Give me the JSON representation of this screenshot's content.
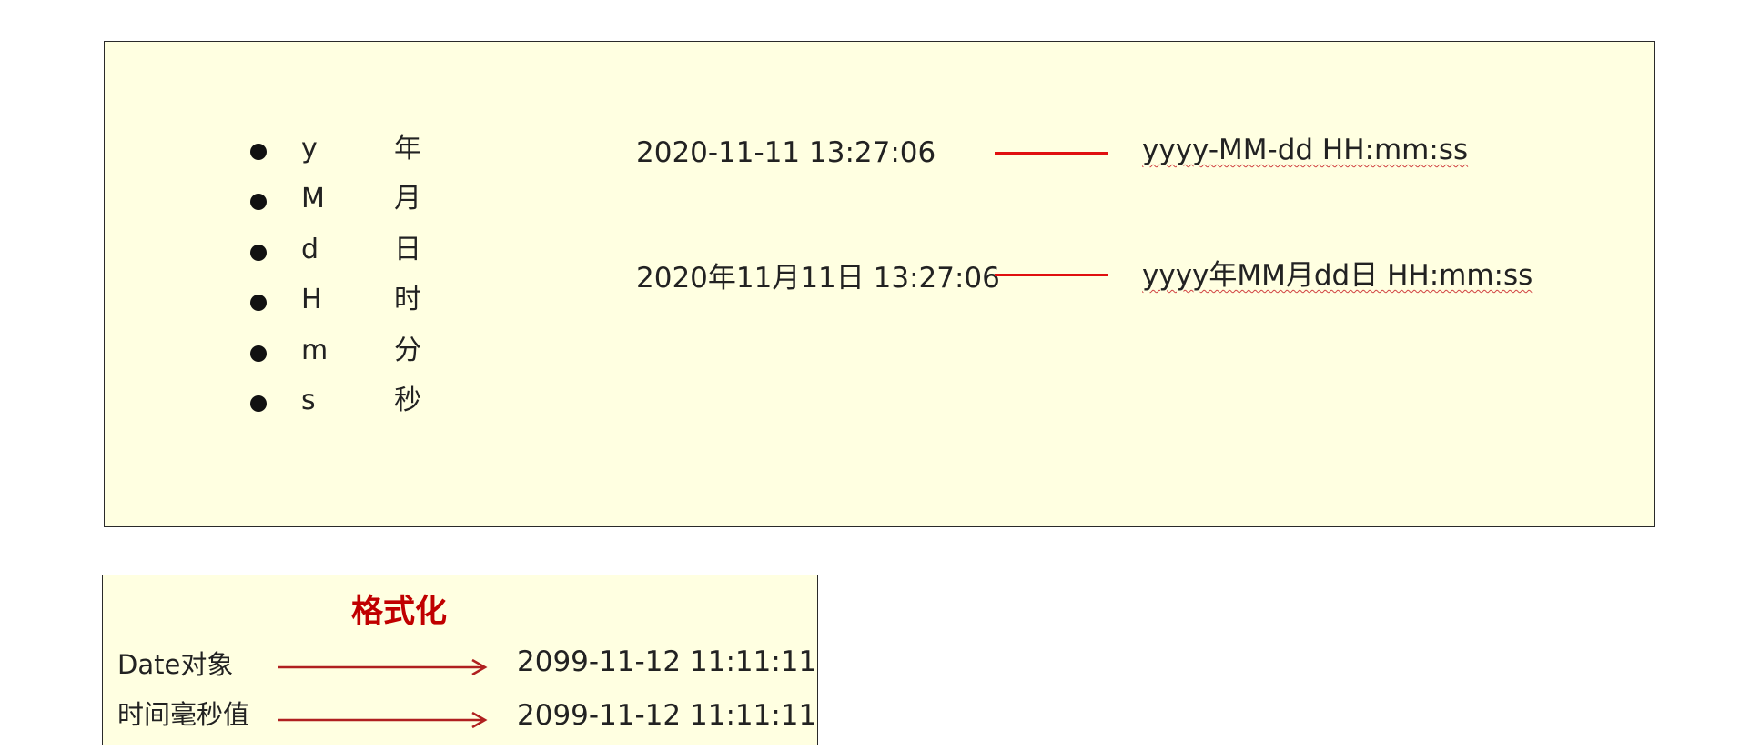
{
  "legend": [
    {
      "symbol": "y",
      "meaning": "年"
    },
    {
      "symbol": "M",
      "meaning": "月"
    },
    {
      "symbol": "d",
      "meaning": "日"
    },
    {
      "symbol": "H",
      "meaning": "时"
    },
    {
      "symbol": "m",
      "meaning": "分"
    },
    {
      "symbol": "s",
      "meaning": "秒"
    }
  ],
  "examples": [
    {
      "date": "2020-11-11 13:27:06",
      "pattern": "yyyy-MM-dd HH:mm:ss"
    },
    {
      "date": "2020年11月11日 13:27:06",
      "pattern": "yyyy年MM月dd日 HH:mm:ss"
    }
  ],
  "format": {
    "title": "格式化",
    "rows": [
      {
        "label": "Date对象",
        "value": "2099-11-12 11:11:11"
      },
      {
        "label": "时间毫秒值",
        "value": "2099-11-12 11:11:11"
      }
    ]
  },
  "colors": {
    "panel_bg": "#ffffe1",
    "connector": "#e01010",
    "arrow": "#b02020",
    "title": "#c00000"
  }
}
